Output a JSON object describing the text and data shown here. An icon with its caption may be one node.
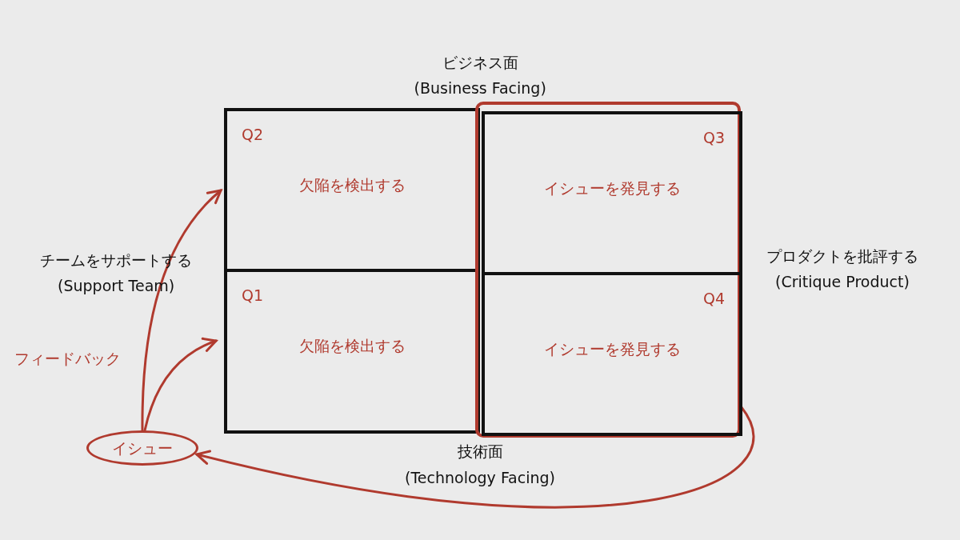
{
  "diagram": {
    "nodes": [
      {
        "text": [
          "Q2",
          "欠陥を検出する"
        ]
      },
      {
        "text": [
          "Q1",
          "欠陥を検出する"
        ]
      },
      {
        "text": [],
        "shape": "box"
      },
      {
        "text": [
          "Q3",
          "イシューを発見する"
        ],
        "in": 2
      },
      {
        "text": [
          "Q4",
          "イシューを発見する"
        ],
        "in": 2
      },
      {
        "text": [
          "イシュー"
        ]
      }
    ],
    "edges": [
      {
        "from": 5,
        "to": 0,
        "arrow": "to"
      },
      {
        "from": 5,
        "to": 1,
        "arrow": "to"
      },
      {
        "from": 2,
        "to": 5,
        "arrow": "to"
      }
    ],
    "labels": [
      "ビジネス面",
      "(Business Facing)",
      "チームをサポートする",
      "(Support Team)",
      "プロダクトを批評する",
      "(Critique Product)",
      "フィードバック",
      "技術面",
      "(Technology Facing)"
    ]
  }
}
